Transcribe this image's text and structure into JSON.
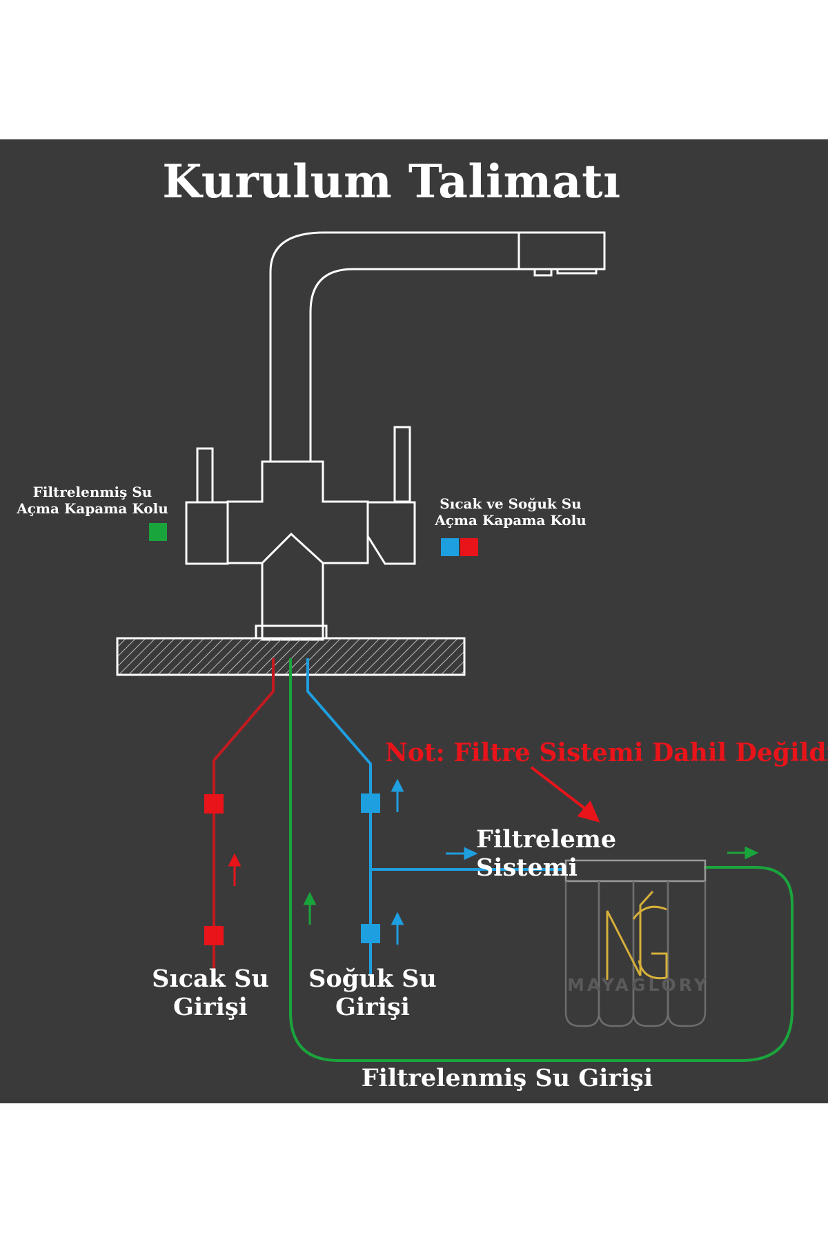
{
  "title": "Kurulum Talimatı",
  "left_handle_label": {
    "line1": "Filtrelenmiş Su",
    "line2": "Açma Kapama Kolu"
  },
  "right_handle_label": {
    "line1": "Sıcak ve Soğuk Su",
    "line2": "Açma Kapama Kolu"
  },
  "note": "Not: Filtre Sistemi Dahil Değildir!",
  "filter_system_label": "Filtreleme Sistemi",
  "hot_inlet_label": {
    "line1": "Sıcak Su",
    "line2": "Girişi"
  },
  "cold_inlet_label": {
    "line1": "Soğuk Su",
    "line2": "Girişi"
  },
  "filtered_inlet_label": "Filtrelenmiş Su Girişi",
  "brand_text": "MAYAGLORY",
  "colors": {
    "background": "#3b3a3b",
    "hot": "#e8141a",
    "cold": "#1e9fe0",
    "filtered": "#1aa53c",
    "outline": "#ffffff",
    "brand_gold": "#d6b03a"
  }
}
